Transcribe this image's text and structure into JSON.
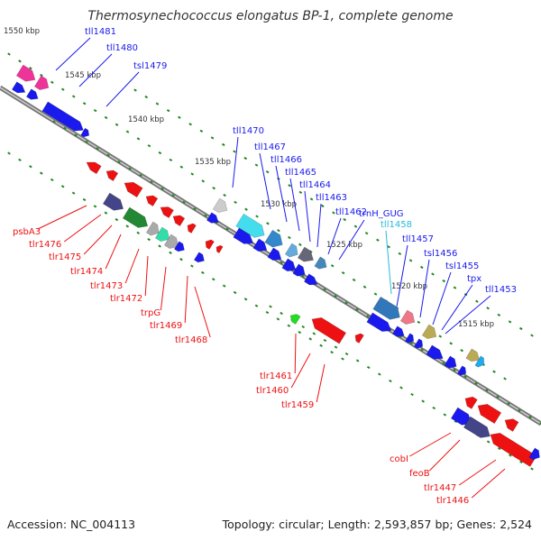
{
  "title": "Thermosynechococcus elongatus BP-1, complete genome",
  "footer": {
    "accession": "Accession: NC_004113",
    "summary": "Topology: circular; Length: 2,593,857 bp; Genes: 2,524"
  },
  "colors": {
    "forward_gene": "#1a1aee",
    "reverse_gene": "#ee1111",
    "rna_label": "#22bbdd",
    "tick": "#228822",
    "backbone": "#888888"
  },
  "kbp_ticks": [
    "1550 kbp",
    "1545 kbp",
    "1540 kbp",
    "1535 kbp",
    "1530 kbp",
    "1525 kbp",
    "1520 kbp",
    "1515 kbp"
  ],
  "forward_labels": [
    "tll1481",
    "tll1480",
    "tsl1479",
    "tll1470",
    "tll1467",
    "tll1466",
    "tll1465",
    "tll1464",
    "tll1463",
    "tll1462",
    "trnH_GUG",
    "tll1458",
    "tll1457",
    "tsl1456",
    "tsl1455",
    "tpx",
    "tll1453"
  ],
  "reverse_labels": [
    "psbA3",
    "tlr1476",
    "tlr1475",
    "tlr1474",
    "tlr1473",
    "tlr1472",
    "trpG",
    "tlr1469",
    "tlr1468",
    "tlr1461",
    "tlr1460",
    "tlr1459",
    "cobI",
    "feoB",
    "tlr1447",
    "tlr1446"
  ]
}
